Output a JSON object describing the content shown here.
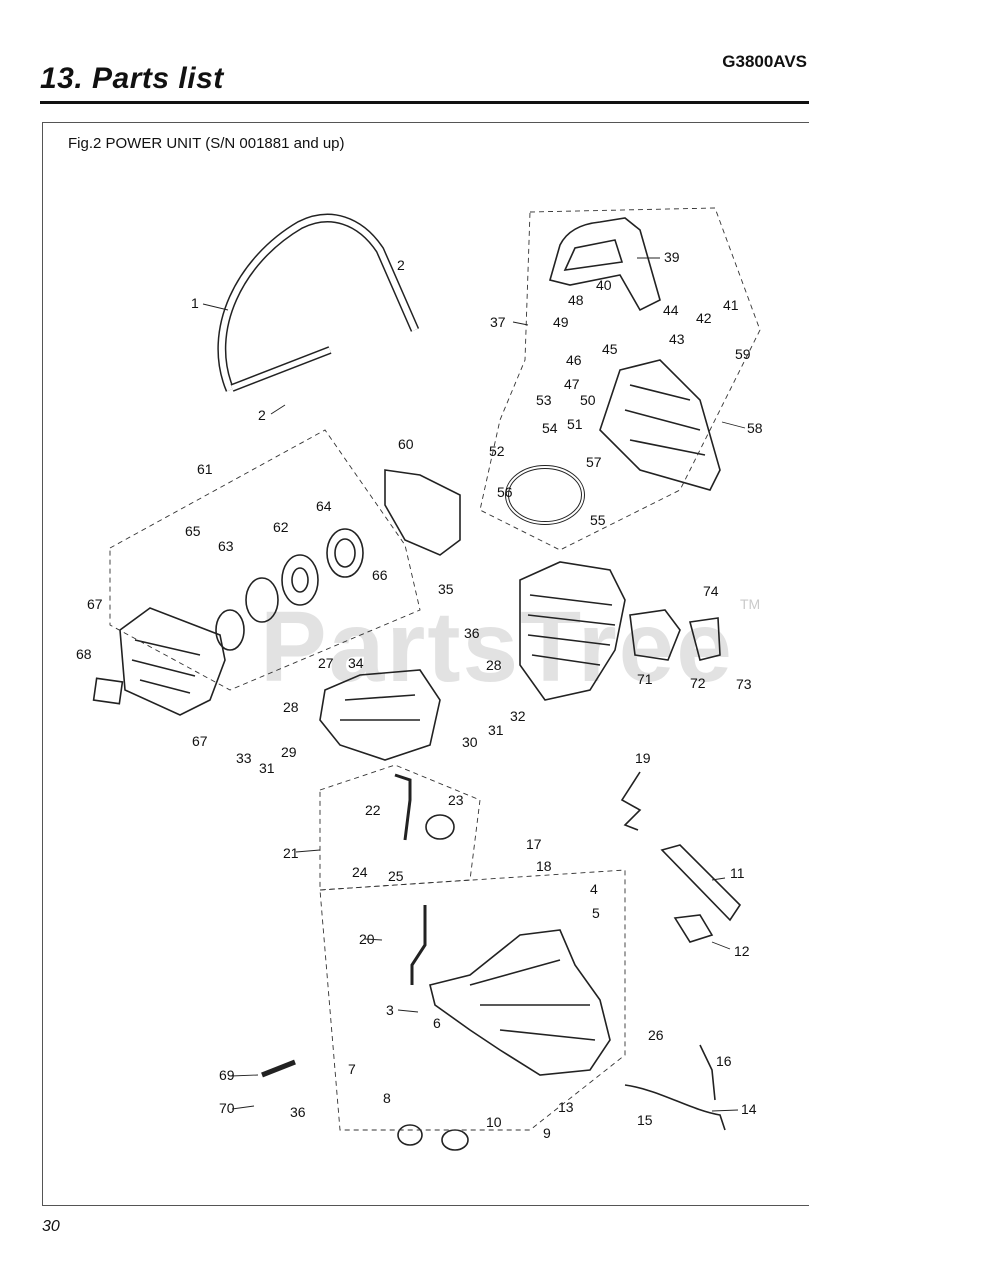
{
  "header": {
    "section_title": "13. Parts list",
    "model": "G3800AVS"
  },
  "figure": {
    "caption": "Fig.2 POWER UNIT (S/N 001881 and up)",
    "watermark": "PartsTree",
    "watermark_tm": "TM"
  },
  "callouts": [
    "1",
    "2",
    "2",
    "3",
    "4",
    "5",
    "6",
    "7",
    "8",
    "9",
    "10",
    "11",
    "12",
    "13",
    "14",
    "15",
    "16",
    "17",
    "18",
    "19",
    "20",
    "21",
    "22",
    "23",
    "24",
    "25",
    "26",
    "27",
    "28",
    "28",
    "29",
    "30",
    "31",
    "31",
    "32",
    "33",
    "34",
    "35",
    "36",
    "36",
    "37",
    "39",
    "40",
    "41",
    "42",
    "43",
    "44",
    "45",
    "46",
    "47",
    "48",
    "49",
    "50",
    "51",
    "52",
    "53",
    "54",
    "55",
    "56",
    "57",
    "58",
    "59",
    "60",
    "61",
    "62",
    "63",
    "64",
    "65",
    "66",
    "67",
    "67",
    "68",
    "69",
    "70",
    "71",
    "72",
    "73",
    "74"
  ],
  "footer": {
    "page_number": "30"
  }
}
